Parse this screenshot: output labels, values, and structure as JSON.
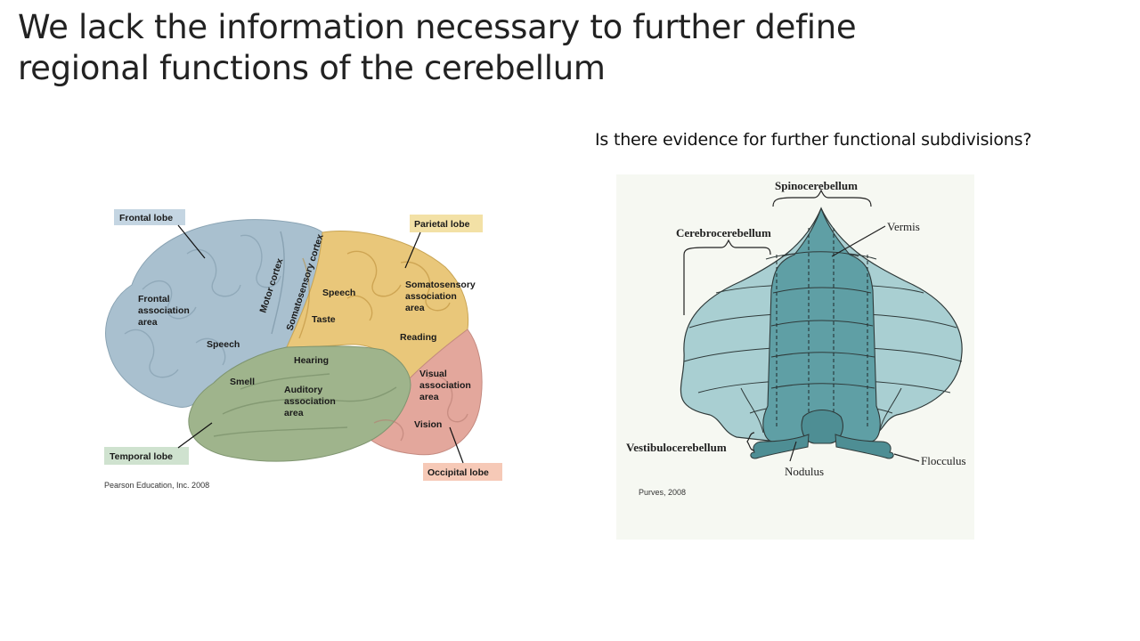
{
  "slide": {
    "title": "We lack the information necessary to further define regional functions of the cerebellum",
    "question": "Is there evidence for further functional subdivisions?"
  },
  "brain_figure": {
    "lobes": {
      "frontal": "Frontal lobe",
      "parietal": "Parietal lobe",
      "temporal": "Temporal lobe",
      "occipital": "Occipital lobe"
    },
    "labels": {
      "frontal_assoc": [
        "Frontal",
        "association",
        "area"
      ],
      "speech_frontal": "Speech",
      "motor_cortex": "Motor cortex",
      "somatosensory_cortex": "Somatosensory cortex",
      "speech_parietal": "Speech",
      "taste": "Taste",
      "somatosensory_assoc": [
        "Somatosensory",
        "association",
        "area"
      ],
      "reading": "Reading",
      "hearing": "Hearing",
      "smell": "Smell",
      "auditory_assoc": [
        "Auditory",
        "association",
        "area"
      ],
      "visual_assoc": [
        "Visual",
        "association",
        "area"
      ],
      "vision": "Vision"
    },
    "credit": "Pearson Education,  Inc. 2008",
    "colors": {
      "frontal": "#a9c0cf",
      "parietal": "#e9c77a",
      "temporal": "#9fb48c",
      "occipital": "#e3a79c",
      "tag_frontal": "#c4d5e2",
      "tag_parietal": "#f3e1a6",
      "tag_temporal": "#cfe2cf",
      "tag_occipital": "#f6c9b7"
    }
  },
  "cerebellum_figure": {
    "labels": {
      "spinocerebellum": "Spinocerebellum",
      "cerebrocerebellum": "Cerebrocerebellum",
      "vermis": "Vermis",
      "vestibulocerebellum": "Vestibulocerebellum",
      "nodulus": "Nodulus",
      "flocculus": "Flocculus"
    },
    "credit": "Purves, 2008",
    "colors": {
      "background": "#f6f8f2",
      "lateral": "#a9cfd2",
      "vermis": "#5f9fa5",
      "outline": "#2f3a3a"
    }
  }
}
